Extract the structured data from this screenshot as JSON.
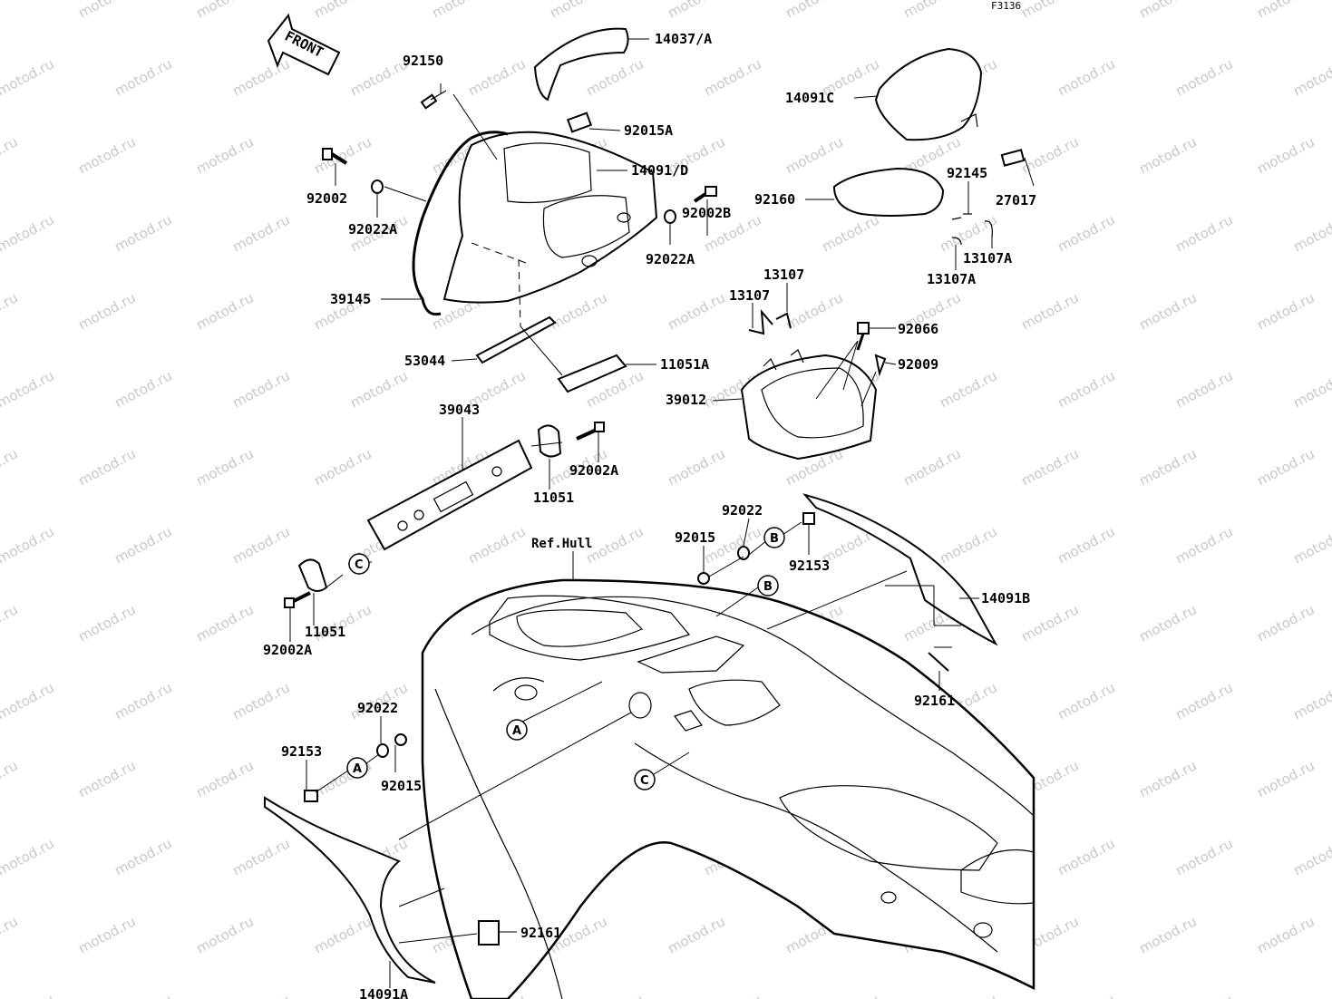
{
  "figure_code": "F3136",
  "front_label": "FRONT",
  "watermark": "motod.ru",
  "ref_label": "Ref.Hull",
  "callouts": [
    "A",
    "B",
    "C"
  ],
  "parts": [
    "14037/A",
    "92150",
    "92015A",
    "14091/D",
    "92002",
    "92022A",
    "92002B",
    "92022A",
    "39145",
    "53044",
    "11051A",
    "14091C",
    "92145",
    "27017",
    "92160",
    "13107A",
    "13107A",
    "13107",
    "13107",
    "92066",
    "92009",
    "39012",
    "39043",
    "92002A",
    "11051",
    "11051",
    "92002A",
    "92022",
    "92015",
    "92153",
    "14091B",
    "92161",
    "92022",
    "92153",
    "92015",
    "92161",
    "14091A"
  ]
}
